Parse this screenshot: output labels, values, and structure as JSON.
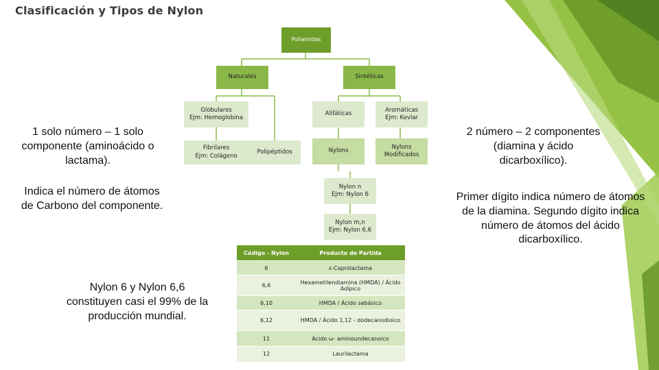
{
  "title": "Clasificación y Tipos de Nylon",
  "colors": {
    "node_dark": "#6e9e2a",
    "node_mid": "#8ab848",
    "node_light": "#c5dca3",
    "node_soft": "#dde9cd"
  },
  "tree": {
    "poliamidas": "Poliamidas",
    "naturales": "Naturales",
    "sinteticas": "Sintéticas",
    "globulares": "Globulares\nEjm: Hemoglobina",
    "fibrilares": "Fibrilares\nEjm: Colágeno",
    "polipeptidos": "Polipéptidos",
    "alifaticas": "Alifáticas",
    "aromaticas": "Aromáticas\nEjm: Kevlar",
    "nylons": "Nylons",
    "nylons_modificados": "Nylons Modificados",
    "nylon_n": "Nylon n\nEjm: Nylon 6",
    "nylon_mn": "Nylon m,n\nEjm: Nylon 6,6"
  },
  "notes": {
    "left_1": "1 solo número – 1 solo componente (aminoácido o lactama).",
    "left_2": "Indica el número de átomos de Carbono del componente.",
    "left_3": "Nylon 6 y Nylon 6,6 constituyen casi el 99% de la producción mundial.",
    "right_1": "2 número – 2 componentes (diamina y ácido dicarboxílico).",
    "right_2": "Primer dígito indica número de átomos de la diamina. Segundo dígito indica número de átomos del ácido dicarboxílico."
  },
  "table": {
    "headers": [
      "Código - Nylon",
      "Producto de Partida"
    ],
    "rows": [
      [
        "6",
        "ε-Caprolactama"
      ],
      [
        "6,6",
        "Hexametilendiamina (HMDA) / Ácido Adípico"
      ],
      [
        "6,10",
        "HMDA / Ácido sebásico"
      ],
      [
        "6,12",
        "HMDA / Ácido 1,12 - dodecanodioico"
      ],
      [
        "11",
        "Ácido ω- aminoundecanoico"
      ],
      [
        "12",
        "Laurilactama"
      ]
    ]
  }
}
